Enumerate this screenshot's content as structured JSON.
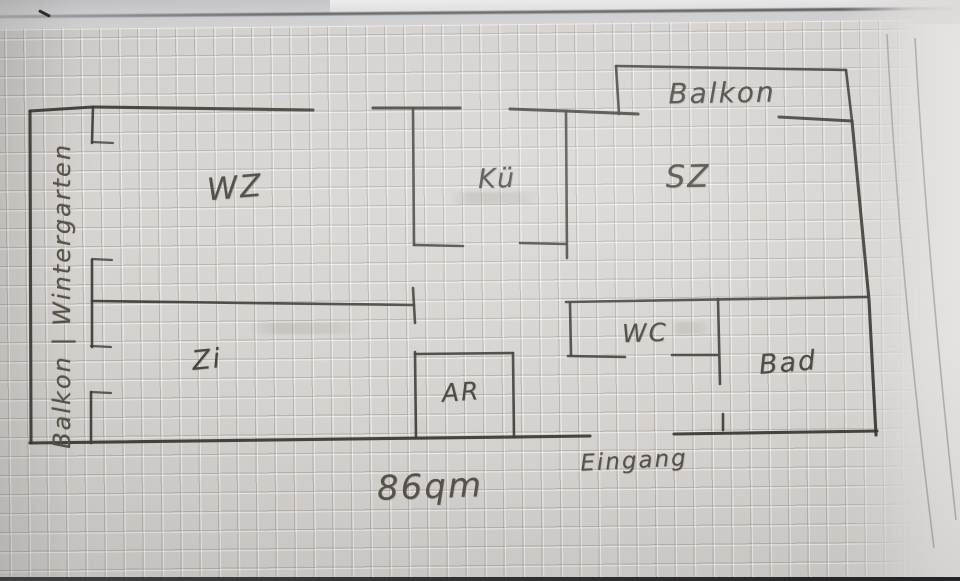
{
  "rooms": {
    "balkon_top": "Balkon",
    "balkon_wintergarten": "Balkon | Wintergarten",
    "wohnzimmer": "WZ",
    "kueche": "Kü",
    "schlafzimmer": "SZ",
    "zimmer": "Zi",
    "abstellraum": "AR",
    "wc": "WC",
    "bad": "Bad"
  },
  "annotations": {
    "entrance": "Eingang",
    "total_area": "86qm"
  },
  "colors": {
    "pencil": "#3e3b37",
    "paper": "#d6d3d0",
    "grid_line": "#8e8883"
  }
}
